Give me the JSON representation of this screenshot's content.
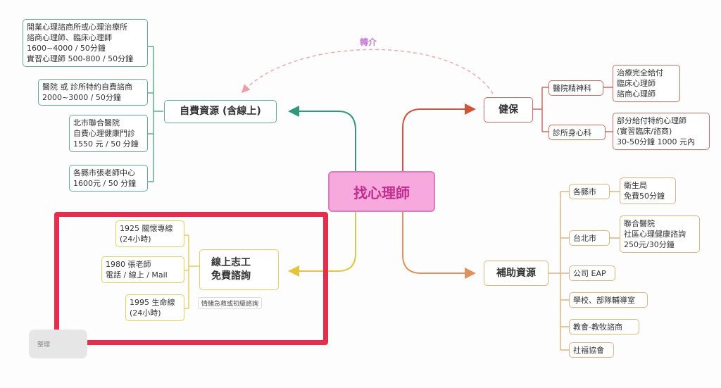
{
  "center": {
    "label": "找心理師"
  },
  "referral": {
    "label": "轉介"
  },
  "self_pay": {
    "label": "自費資源 (含線上)",
    "items": [
      [
        "開業心理諮商所或心理治療所",
        "諮商心理師、臨床心理師",
        "1600~4000 / 50分鐘",
        "實習心理師 500-800 / 50分鐘"
      ],
      [
        "醫院 或 診所特約自費諮商",
        "2000~3000 / 50分鐘"
      ],
      [
        "北市聯合醫院",
        "自費心理健康門診",
        "1550 元 / 50 分鐘"
      ],
      [
        "各縣市張老師中心",
        "1600元 / 50 分鐘"
      ]
    ]
  },
  "nhi": {
    "label": "健保",
    "branches": [
      {
        "label": "醫院精神科",
        "detail": [
          "治療完全給付",
          "臨床心理師",
          "諮商心理師"
        ]
      },
      {
        "label": "診所身心科",
        "detail": [
          "部分給付特約心理師",
          "(實習臨床/諮商)",
          "30-50分鐘 1000 元內"
        ]
      }
    ]
  },
  "subsidy": {
    "label": "補助資源",
    "branches": [
      {
        "label": "各縣市",
        "detail": [
          "衛生局",
          "免費50分鐘"
        ]
      },
      {
        "label": "台北市",
        "detail": [
          "聯合醫院",
          "社區心理健康諮詢",
          "250元/30分鐘"
        ]
      },
      {
        "label": "公司 EAP"
      },
      {
        "label": "學校、部隊輔導室"
      },
      {
        "label": "教會-教牧諮商"
      },
      {
        "label": "社福協會"
      }
    ]
  },
  "volunteer": {
    "label": [
      "線上志工",
      "免費諮詢"
    ],
    "note": "情緒急救或初級諮詢",
    "items": [
      [
        "1925 關懷專線",
        "(24小時)"
      ],
      [
        "1980 張老師",
        "電話 / 線上 / Mail"
      ],
      [
        "1995 生命線",
        "(24小時)"
      ]
    ]
  },
  "button": {
    "label": "整理"
  },
  "colors": {
    "green": "#5fae8f",
    "red": "#d46a60",
    "orange": "#e0b47e",
    "yellow": "#e8cf5a",
    "pink": "#f7a8dc",
    "highlight": "#e52e4b"
  }
}
